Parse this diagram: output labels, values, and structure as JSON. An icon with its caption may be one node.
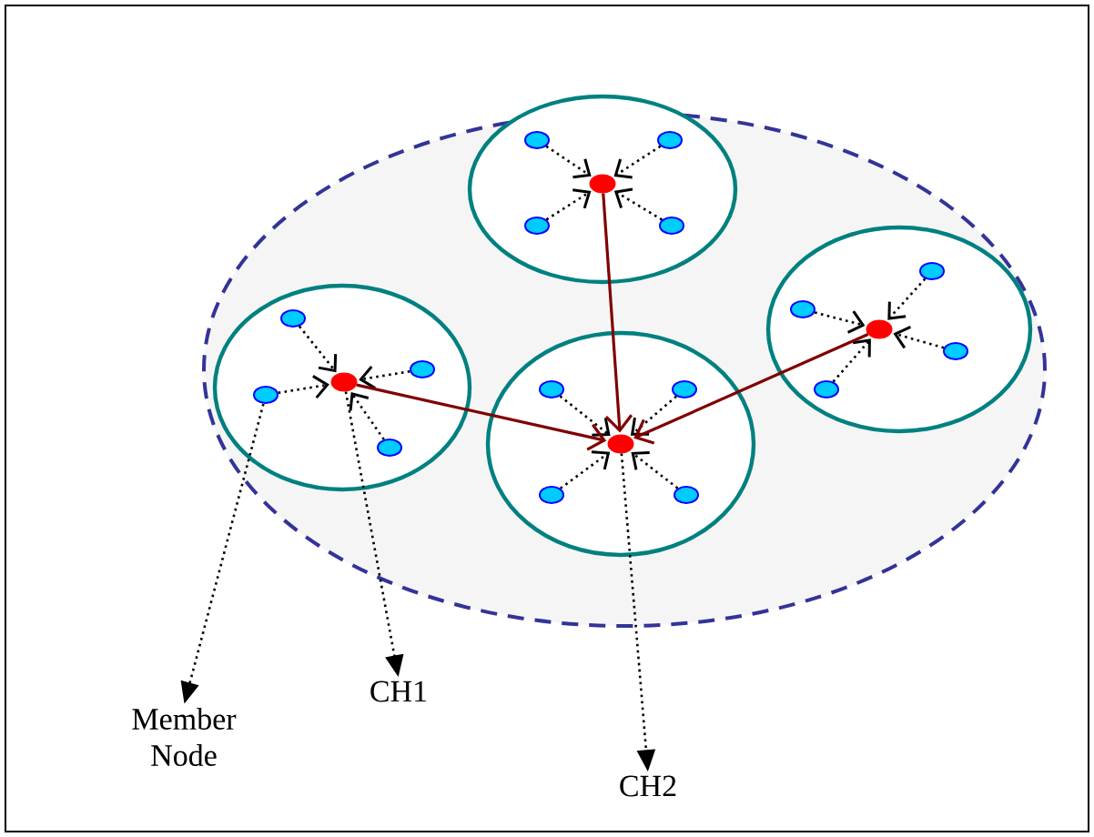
{
  "diagram": {
    "nodes": [
      {
        "text": [],
        "shape": "ellipse"
      },
      {
        "text": [],
        "shape": "ellipse"
      },
      {
        "text": [],
        "shape": "ellipse",
        "in": 0
      },
      {
        "text": [],
        "shape": "ellipse",
        "in": 0
      },
      {
        "text": [],
        "shape": "ellipse",
        "in": 0
      },
      {
        "text": [],
        "shape": "circle",
        "in": 1
      },
      {
        "text": [],
        "shape": "circle",
        "in": 2
      },
      {
        "text": [],
        "shape": "circle",
        "in": 3
      },
      {
        "text": [],
        "shape": "circle",
        "in": 4
      },
      {
        "text": [],
        "shape": "circle",
        "in": 1
      },
      {
        "text": [],
        "shape": "circle",
        "in": 1
      },
      {
        "text": [],
        "shape": "circle",
        "in": 1
      },
      {
        "text": [],
        "shape": "circle",
        "in": 1
      },
      {
        "text": [],
        "shape": "circle",
        "in": 2
      },
      {
        "text": [],
        "shape": "circle",
        "in": 2
      },
      {
        "text": [],
        "shape": "circle",
        "in": 2
      },
      {
        "text": [],
        "shape": "circle",
        "in": 2
      },
      {
        "text": [],
        "shape": "circle",
        "in": 3
      },
      {
        "text": [],
        "shape": "circle",
        "in": 3
      },
      {
        "text": [],
        "shape": "circle",
        "in": 3
      },
      {
        "text": [],
        "shape": "circle",
        "in": 3
      },
      {
        "text": [],
        "shape": "circle",
        "in": 4
      },
      {
        "text": [],
        "shape": "circle",
        "in": 4
      },
      {
        "text": [],
        "shape": "circle",
        "in": 4
      },
      {
        "text": [],
        "shape": "circle",
        "in": 4
      },
      {
        "text": [
          "Member Node"
        ]
      },
      {
        "text": [
          "CH1"
        ]
      },
      {
        "text": [
          "CH2"
        ]
      }
    ],
    "edges": [
      {
        "from": 9,
        "to": 5,
        "arrow": "to",
        "style": "dashed"
      },
      {
        "from": 10,
        "to": 5,
        "arrow": "to",
        "style": "dashed"
      },
      {
        "from": 11,
        "to": 5,
        "arrow": "to",
        "style": "dashed"
      },
      {
        "from": 12,
        "to": 5,
        "arrow": "to",
        "style": "dashed"
      },
      {
        "from": 13,
        "to": 6,
        "arrow": "to",
        "style": "dashed"
      },
      {
        "from": 14,
        "to": 6,
        "arrow": "to",
        "style": "dashed"
      },
      {
        "from": 15,
        "to": 6,
        "arrow": "to",
        "style": "dashed"
      },
      {
        "from": 16,
        "to": 6,
        "arrow": "to",
        "style": "dashed"
      },
      {
        "from": 17,
        "to": 7,
        "arrow": "to",
        "style": "dashed"
      },
      {
        "from": 18,
        "to": 7,
        "arrow": "to",
        "style": "dashed"
      },
      {
        "from": 19,
        "to": 7,
        "arrow": "to",
        "style": "dashed"
      },
      {
        "from": 20,
        "to": 7,
        "arrow": "to",
        "style": "dashed"
      },
      {
        "from": 21,
        "to": 8,
        "arrow": "to",
        "style": "dashed"
      },
      {
        "from": 22,
        "to": 8,
        "arrow": "to",
        "style": "dashed"
      },
      {
        "from": 23,
        "to": 8,
        "arrow": "to",
        "style": "dashed"
      },
      {
        "from": 24,
        "to": 8,
        "arrow": "to",
        "style": "dashed"
      },
      {
        "from": 5,
        "to": 7,
        "arrow": "to",
        "color": "#800000"
      },
      {
        "from": 6,
        "to": 7,
        "arrow": "to",
        "color": "#800000"
      },
      {
        "from": 8,
        "to": 7,
        "arrow": "to",
        "color": "#800000"
      },
      {
        "from": 15,
        "to": 25,
        "arrow": "to",
        "style": "dashed"
      },
      {
        "from": 6,
        "to": 26,
        "arrow": "to",
        "style": "dashed"
      },
      {
        "from": 7,
        "to": 27,
        "arrow": "to",
        "style": "dashed"
      }
    ]
  }
}
